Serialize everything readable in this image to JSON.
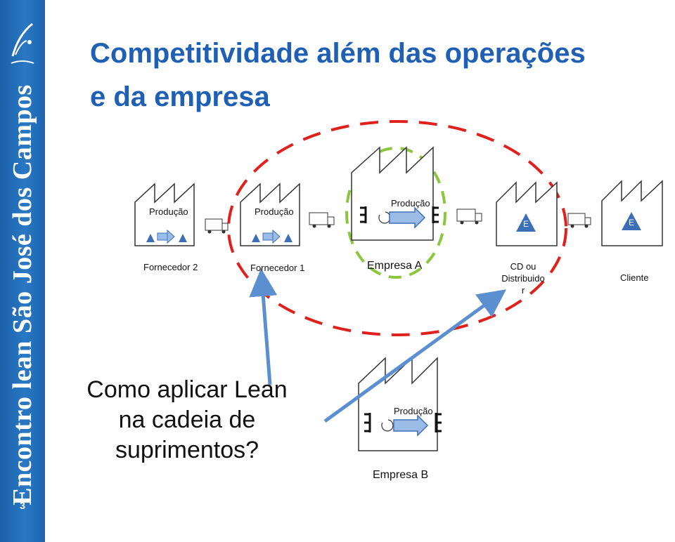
{
  "sidebar": {
    "vertical_text": "Encontro lean São José dos Campos",
    "page_number": "3",
    "background_color": "#2a78c4"
  },
  "title": {
    "line1": "Competitividade além das operações",
    "line2": "e da empresa",
    "color": "#1f5fb4"
  },
  "factories": [
    {
      "process_label": "Produção",
      "name": "Fornecedor 2"
    },
    {
      "process_label": "Produção",
      "name": "Fornecedor 1"
    },
    {
      "process_label": "Produção",
      "name": "Empresa A"
    },
    {
      "stock_label": "E",
      "name_lines": [
        "CD ou",
        "Distribuido",
        "r"
      ]
    },
    {
      "stock_label": "E",
      "name": "Cliente"
    },
    {
      "process_label": "Produção",
      "name": "Empresa B"
    }
  ],
  "question": {
    "lines": [
      "Como aplicar Lean",
      "na cadeia de",
      "suprimentos?"
    ]
  },
  "colors": {
    "supply_chain_ellipse": "#e0201c",
    "company_circle": "#8cc63e",
    "arrows": "#5b8fd0",
    "stock_triangle": "#3d6fb6"
  }
}
